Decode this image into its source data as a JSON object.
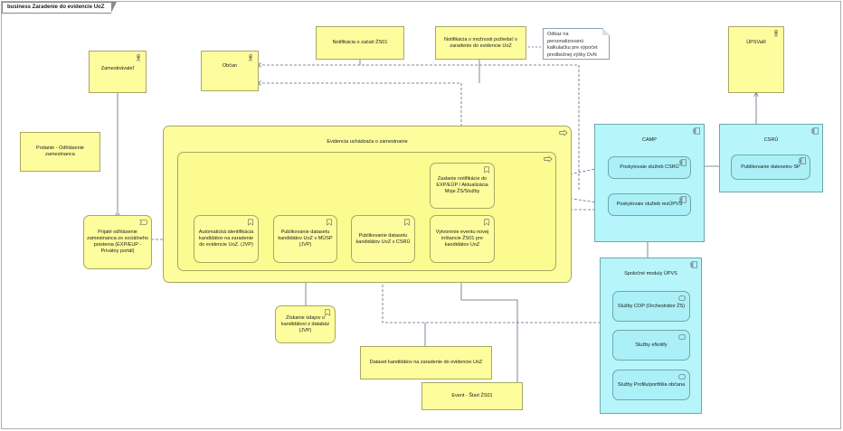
{
  "diagram": {
    "title": "business Zaradenie do evidencie UoZ",
    "actors": {
      "zamestnavatel": "Zamestnávateľ",
      "obcan": "Občan",
      "upsvar": "ÚPSVaR"
    },
    "objects": {
      "notif_zaciatok": "Notifikácia o začatí ŽS01",
      "notif_moznost": "Notifikácia o možnosti požiedať o zaradenie do evidencie UoZ",
      "dataset": "Dataset kandidátov na zaradenie do evidencie UoZ",
      "event": "Event - Štart ŽS01",
      "podanie": "Podanie - Odhlásenie zamestnanca"
    },
    "note": "Odkaz na personalizovanú kalkulačku pre výpočet predbežnej výšky DvN",
    "process_outer": "Evidencia uchádzača o zamestnanie",
    "event_prijate": "Prijaté odhlásenie zamestnanca zo sociálneho poistenia (EXP/EUP - Privátny portál)",
    "process_steps": [
      "Automatická identifikácia kandidátov na zaradenie do evidencie UoZ. (JVP)",
      "Publikovanie datasetu kandidátov UoZ v MÚSP (JVP)",
      "Publikovanie datasetu kandidátov UoZ v CSRÚ",
      "Vytvorenie eventu novej inštancie ŽS01 pre kandidátov UoZ",
      "Zaslanie notifikácie do EXP/EÚP / Aktualizácia Moje ŽS/Služby"
    ],
    "ziskanie": "Získanie údajov o kandidátovi z databáz (JVP)",
    "camp": {
      "title": "CAMP",
      "items": [
        "Poskytovaie služieb CSRÚ",
        "Poskytovaie služieb resÚPVS"
      ]
    },
    "csru": {
      "title": "CSRÚ",
      "item": "Publikovanie datesetov SP"
    },
    "upvs": {
      "title": "Spoločné moduly ÚPVS",
      "items": [
        "Služby COP (Orchestrátor ŽS)",
        "Služby eNotify",
        "Služby Profilu/portfólia občana"
      ]
    },
    "colors": {
      "business": "#fdfd9e",
      "application": "#b6f6fb",
      "line": "#5a6a80"
    }
  }
}
